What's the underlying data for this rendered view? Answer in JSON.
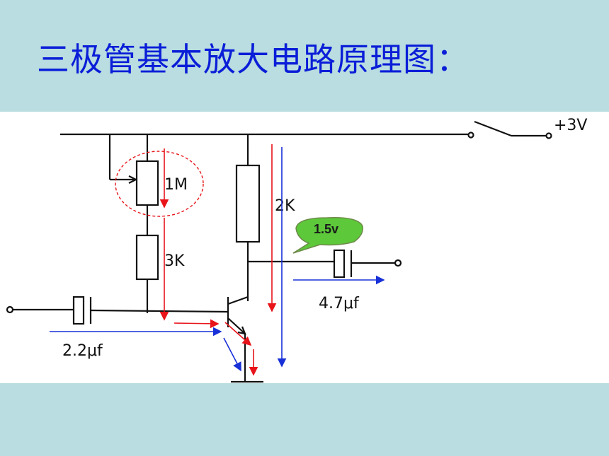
{
  "slide": {
    "title": "三极管基本放大电路原理图："
  },
  "diagram": {
    "labels": {
      "supply": "+3V",
      "pot": "1M",
      "base_resistor": "3K",
      "collector_resistor": "2K",
      "input_cap": "2.2μf",
      "output_cap": "4.7μf"
    },
    "callout": "1.5v",
    "colors": {
      "background": "#b9dde0",
      "title": "#0a1ed8",
      "current_red": "#e8141a",
      "current_blue": "#1830d8",
      "callout_fill": "#5cc83a",
      "wire": "#111111"
    }
  }
}
